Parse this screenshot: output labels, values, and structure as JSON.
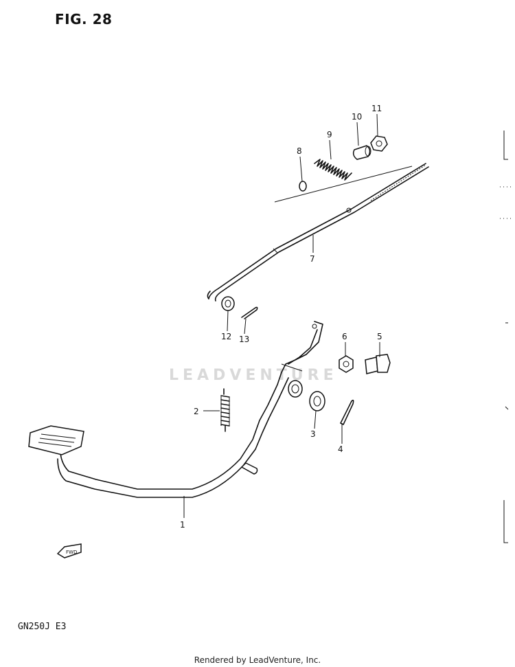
{
  "figure": {
    "title": "FIG. 28",
    "model": "GN250J  E3",
    "footer": "Rendered by LeadVenture, Inc.",
    "watermark": "LEADVENTURE",
    "fwd_label": "FWD"
  },
  "callouts": [
    {
      "id": "1",
      "label": "1"
    },
    {
      "id": "2",
      "label": "2"
    },
    {
      "id": "3",
      "label": "3"
    },
    {
      "id": "4",
      "label": "4"
    },
    {
      "id": "5",
      "label": "5"
    },
    {
      "id": "6",
      "label": "6"
    },
    {
      "id": "7",
      "label": "7"
    },
    {
      "id": "8",
      "label": "8"
    },
    {
      "id": "9",
      "label": "9"
    },
    {
      "id": "10",
      "label": "10"
    },
    {
      "id": "11",
      "label": "11"
    },
    {
      "id": "12",
      "label": "12"
    },
    {
      "id": "13",
      "label": "13"
    }
  ]
}
